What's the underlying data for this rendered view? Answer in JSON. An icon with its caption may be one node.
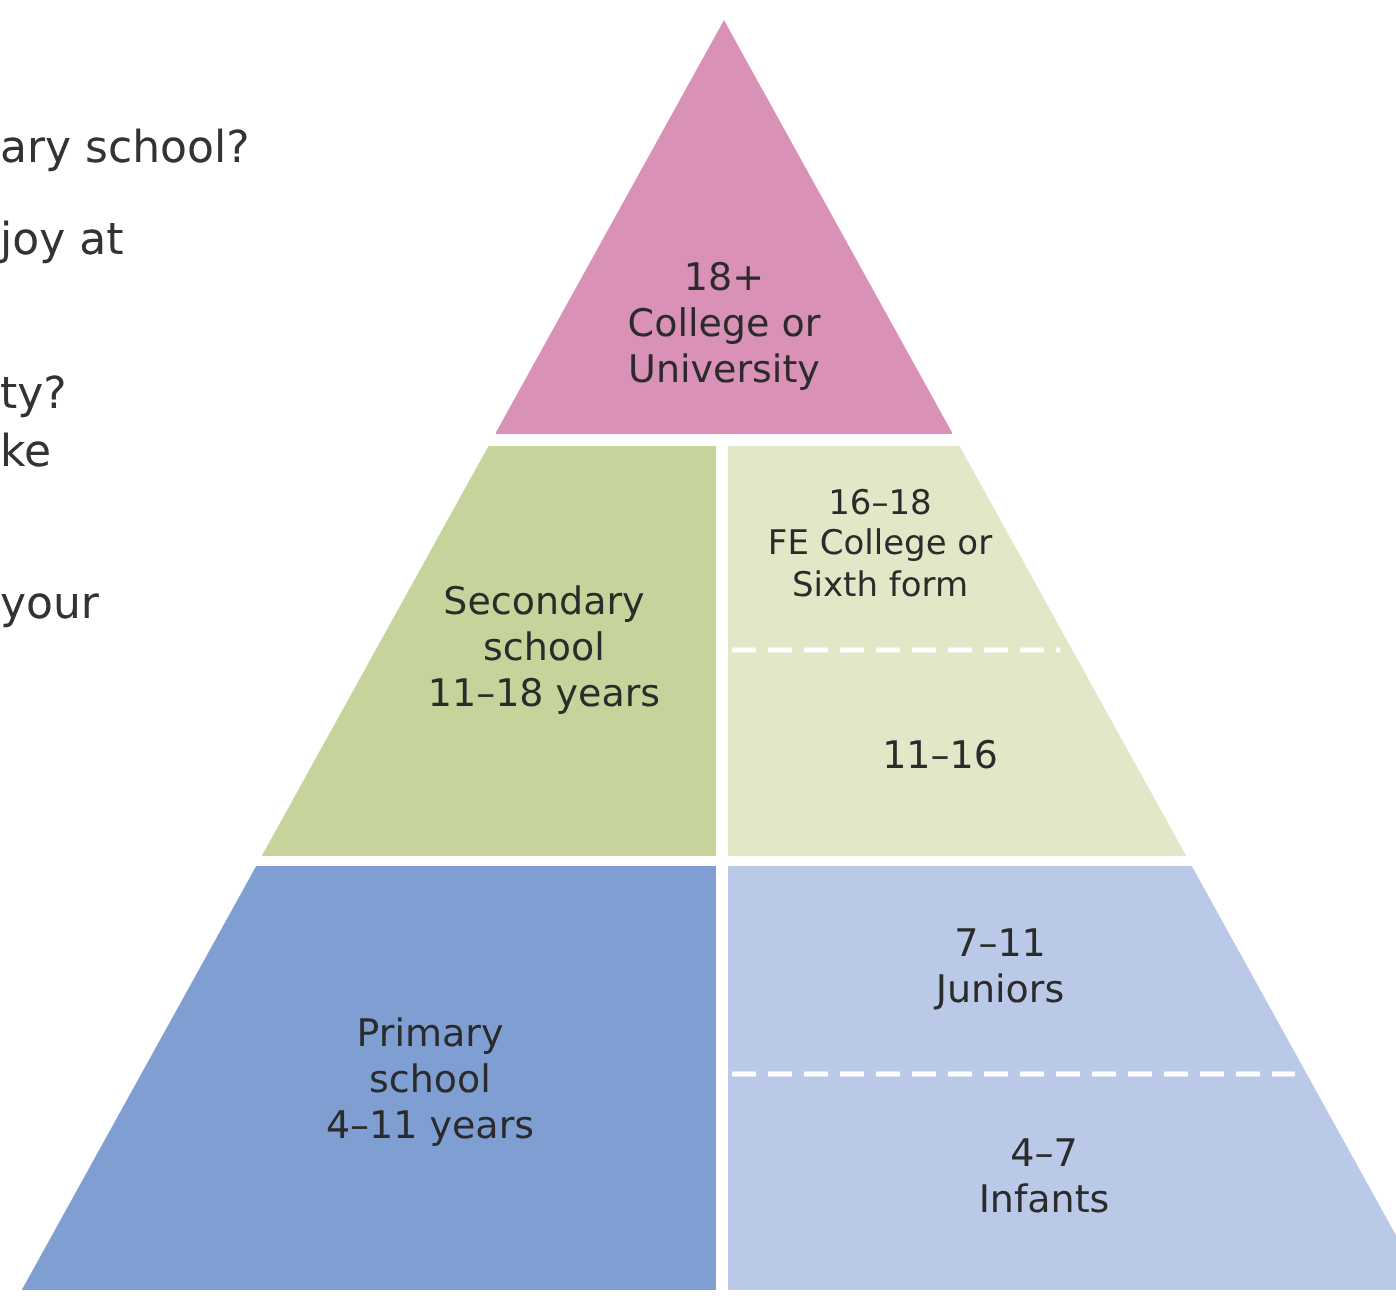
{
  "diagram": {
    "nodes": [
      {
        "text": [
          "18+",
          "College or University"
        ]
      },
      {
        "text": [
          "Secondary school",
          "11–18 years"
        ]
      },
      {
        "text": [
          "16–18",
          "FE College or Sixth form"
        ]
      },
      {
        "text": [
          "11–16"
        ]
      },
      {
        "text": [
          "Primary school",
          "4–11 years"
        ]
      },
      {
        "text": [
          "7–11",
          "Juniors"
        ]
      },
      {
        "text": [
          "4–7",
          "Infants"
        ]
      }
    ],
    "labels": [
      "ary school?",
      "joy at",
      "ty?",
      "ke",
      "your"
    ]
  }
}
